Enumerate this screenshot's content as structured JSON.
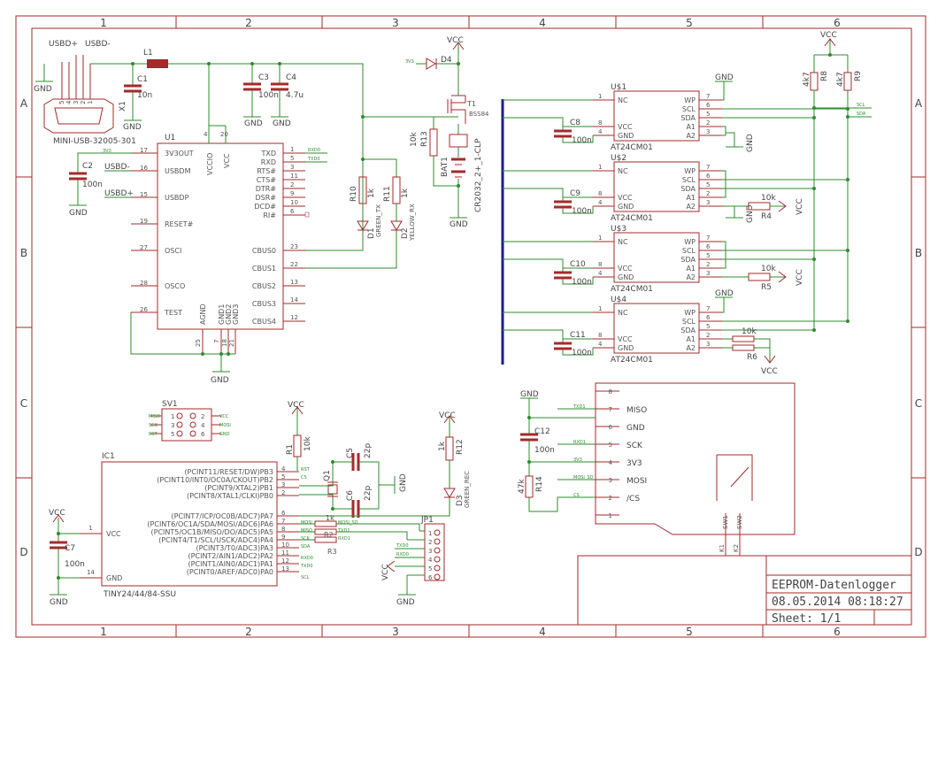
{
  "title_block": {
    "title": "EEPROM-Datenlogger",
    "date": "08.05.2014 08:18:27",
    "sheet": "Sheet: 1/1"
  },
  "grid": {
    "columns": [
      "1",
      "2",
      "3",
      "4",
      "5",
      "6"
    ],
    "rows": [
      "A",
      "B",
      "C",
      "D"
    ]
  },
  "usb": {
    "dplus": "USBD+",
    "dminus": "USBD-",
    "name": "X1",
    "part": "MINI-USB-32005-301",
    "pins": [
      "5",
      "4",
      "3",
      "2",
      "1"
    ]
  },
  "nets": {
    "gnd": "GND",
    "vcc": "VCC",
    "usbd_minus": "USBD-",
    "usbd_plus": "USBD+",
    "v33": "3V3",
    "txd0": "TXD0",
    "rxd0": "RXD0",
    "txd1": "TXD1",
    "rxd1": "RXD1",
    "scl": "SCL",
    "sda": "SDA",
    "miso": "MISO",
    "mosi": "MOSI",
    "sck": "SCK",
    "rst": "RST",
    "cs": "CS",
    "mosi_sd": "MOSI_SD"
  },
  "passives": {
    "l1": "L1",
    "c1": "C1",
    "c1_val": "10n",
    "c2": "C2",
    "c2_val": "100n",
    "c3": "C3",
    "c3_val": "100n",
    "c4": "C4",
    "c4_val": "4.7u",
    "c5": "C5",
    "c5_val": "22p",
    "c6": "C6",
    "c6_val": "22p",
    "c7": "C7",
    "c7_val": "100n",
    "c8": "C8",
    "c9": "C9",
    "c10": "C10",
    "c11": "C11",
    "c12": "C12",
    "c_100n": "100n",
    "r1": "R1",
    "r1_val": "10k",
    "r2": "R2",
    "r3": "R3",
    "r4": "R4",
    "r4_val": "10k",
    "r5": "R5",
    "r5_val": "10k",
    "r6": "R6",
    "r6_val": "10k",
    "r8": "R8",
    "r9": "R9",
    "r89_val": "4k7",
    "r10": "R10",
    "r11": "R11",
    "r1k": "1k",
    "r12": "R12",
    "r13": "R13",
    "r13_val": "10k",
    "r14": "R14",
    "r14_val": "47k",
    "q1": "Q1",
    "d1": "D1",
    "d1_val": "GREEN_TX",
    "d2": "D2",
    "d2_val": "YELLOW_RX",
    "d3": "D3",
    "d3_val": "GREEN_REC",
    "d4": "D4",
    "t1": "T1",
    "t1_val": "BSS84",
    "bat1": "BAT1",
    "bat1_val": "CR2032_2+_1-CLP"
  },
  "u1": {
    "name": "U1",
    "left_pins": [
      {
        "num": "17",
        "label": "3V3OUT"
      },
      {
        "num": "16",
        "label": "USBDM"
      },
      {
        "num": "15",
        "label": "USBDP"
      },
      {
        "num": "19",
        "label": "RESET#"
      },
      {
        "num": "27",
        "label": "OSCI"
      },
      {
        "num": "28",
        "label": "OSCO"
      },
      {
        "num": "26",
        "label": "TEST"
      }
    ],
    "right_pins": [
      {
        "num": "1",
        "label": "TXD"
      },
      {
        "num": "5",
        "label": "RXD"
      },
      {
        "num": "3",
        "label": "RTS#"
      },
      {
        "num": "11",
        "label": "CTS#"
      },
      {
        "num": "2",
        "label": "DTR#"
      },
      {
        "num": "9",
        "label": "DSR#"
      },
      {
        "num": "10",
        "label": "DCD#"
      },
      {
        "num": "6",
        "label": "RI#"
      },
      {
        "num": "23",
        "label": "CBUS0"
      },
      {
        "num": "22",
        "label": "CBUS1"
      },
      {
        "num": "13",
        "label": "CBUS2"
      },
      {
        "num": "14",
        "label": "CBUS3"
      },
      {
        "num": "12",
        "label": "CBUS4"
      }
    ],
    "top_pins": [
      {
        "num": "4",
        "label": "VCCIO"
      },
      {
        "num": "20",
        "label": "VCC"
      }
    ],
    "bottom_pins": [
      {
        "num": "25",
        "label": "AGND"
      },
      {
        "num": "7",
        "label": "GND1"
      },
      {
        "num": "18",
        "label": "GND2"
      },
      {
        "num": "21",
        "label": "GND3"
      }
    ]
  },
  "eeproms": [
    {
      "name": "U$1",
      "part": "AT24CM01"
    },
    {
      "name": "U$2",
      "part": "AT24CM01"
    },
    {
      "name": "U$3",
      "part": "AT24CM01"
    },
    {
      "name": "U$4",
      "part": "AT24CM01"
    }
  ],
  "eeprom_pins": {
    "left": [
      {
        "num": "1",
        "label": "NC"
      },
      {
        "num": "8",
        "label": "VCC"
      },
      {
        "num": "4",
        "label": "GND"
      }
    ],
    "right": [
      {
        "num": "7",
        "label": "WP"
      },
      {
        "num": "6",
        "label": "SCL"
      },
      {
        "num": "5",
        "label": "SDA"
      },
      {
        "num": "2",
        "label": "A1"
      },
      {
        "num": "3",
        "label": "A2"
      }
    ]
  },
  "ic1": {
    "name": "IC1",
    "part": "TINY24/44/84-SSU",
    "left": [
      {
        "num": "1",
        "label": "VCC"
      },
      {
        "num": "14",
        "label": "GND"
      }
    ],
    "right": [
      {
        "num": "4",
        "label": "(PCINT11/RESET/DW)PB3"
      },
      {
        "num": "5",
        "label": "(PCINT10/INT0/OC0A/CKOUT)PB2"
      },
      {
        "num": "3",
        "label": "(PCINT9/XTAL2)PB1"
      },
      {
        "num": "2",
        "label": "(PCINT8/XTAL1/CLKI)PB0"
      },
      {
        "num": "6",
        "label": "(PCINT7/ICP/OC0B/ADC7)PA7"
      },
      {
        "num": "7",
        "label": "(PCINT6/OC1A/SDA/MOSI/ADC6)PA6"
      },
      {
        "num": "8",
        "label": "(PCINT5/OC1B/MISO/DO/ADC5)PA5"
      },
      {
        "num": "9",
        "label": "(PCINT4/T1/SCL/USCK/ADC4)PA4"
      },
      {
        "num": "10",
        "label": "(PCINT3/T0/ADC3)PA3"
      },
      {
        "num": "11",
        "label": "(PCINT2/AIN1/ADC2)PA2"
      },
      {
        "num": "12",
        "label": "(PCINT1/AIN0/ADC1)PA1"
      },
      {
        "num": "13",
        "label": "(PCINT0/AREF/ADC0)PA0"
      }
    ]
  },
  "sv1": {
    "name": "SV1",
    "left": [
      {
        "num": "1",
        "net": "MISO"
      },
      {
        "num": "3",
        "net": "SCK"
      },
      {
        "num": "5",
        "net": "RST"
      }
    ],
    "right": [
      {
        "num": "2",
        "net": "VCC"
      },
      {
        "num": "4",
        "net": "MOSI"
      },
      {
        "num": "6",
        "net": "GND"
      }
    ]
  },
  "jp1": {
    "name": "JP1",
    "pins": [
      "1",
      "2",
      "3",
      "4",
      "5",
      "6"
    ]
  },
  "sdcard": {
    "pins": [
      {
        "num": "8",
        "label": ""
      },
      {
        "num": "7",
        "label": "MISO"
      },
      {
        "num": "6",
        "label": "GND"
      },
      {
        "num": "5",
        "label": "SCK"
      },
      {
        "num": "4",
        "label": "3V3"
      },
      {
        "num": "3",
        "label": "MOSI"
      },
      {
        "num": "2",
        "label": "/CS"
      },
      {
        "num": "1",
        "label": ""
      }
    ],
    "sw1": "SW1",
    "sw2": "SW2",
    "k1": "K1",
    "k2": "K2"
  }
}
